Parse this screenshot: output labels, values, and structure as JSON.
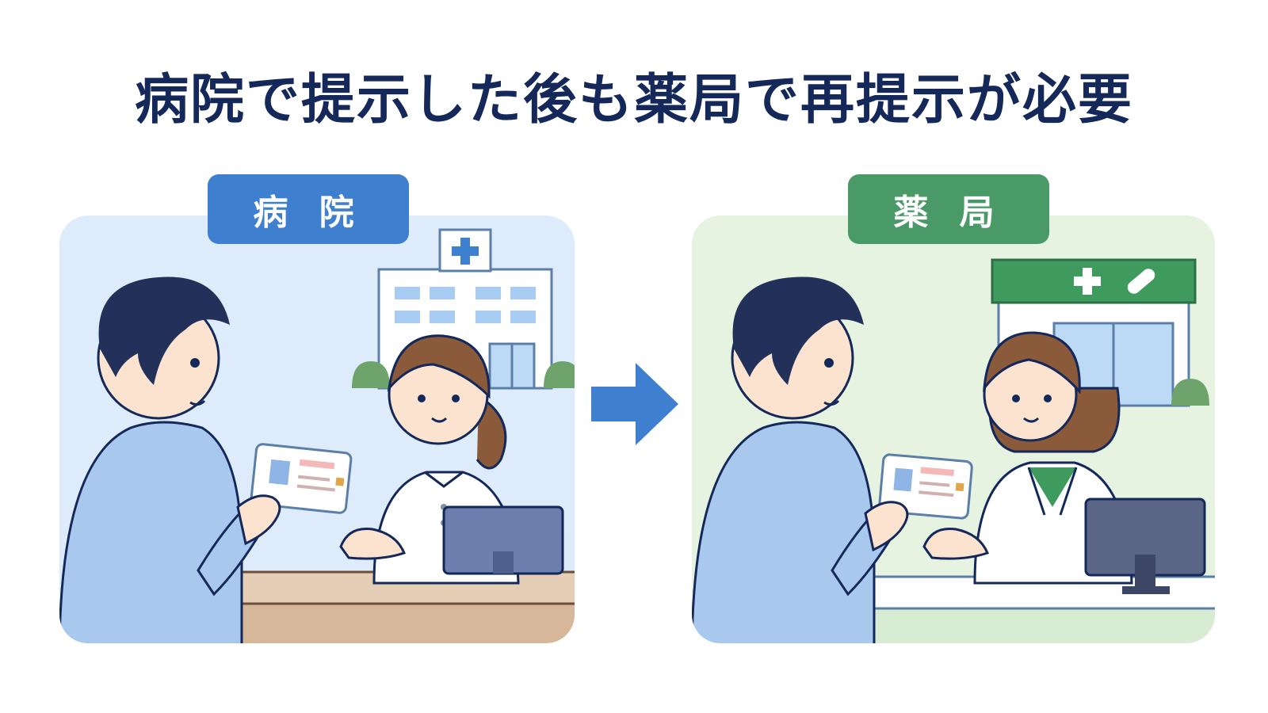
{
  "title": "病院で提示した後も薬局で再提示が必要",
  "panels": {
    "hospital": {
      "label": "病 院"
    },
    "pharmacy": {
      "label": "薬 局"
    }
  },
  "colors": {
    "title": "#14285a",
    "hospital_label": "#3f7fd0",
    "pharmacy_label": "#4a9a68",
    "hospital_bg": "#deebfa",
    "pharmacy_bg": "#e6f3e1",
    "arrow": "#3f7fd0"
  },
  "icons": [
    "hospital-building-icon",
    "pharmacy-building-icon",
    "medical-cross-icon",
    "pill-icon",
    "arrow-right-icon",
    "insurance-card-icon",
    "computer-monitor-icon"
  ]
}
